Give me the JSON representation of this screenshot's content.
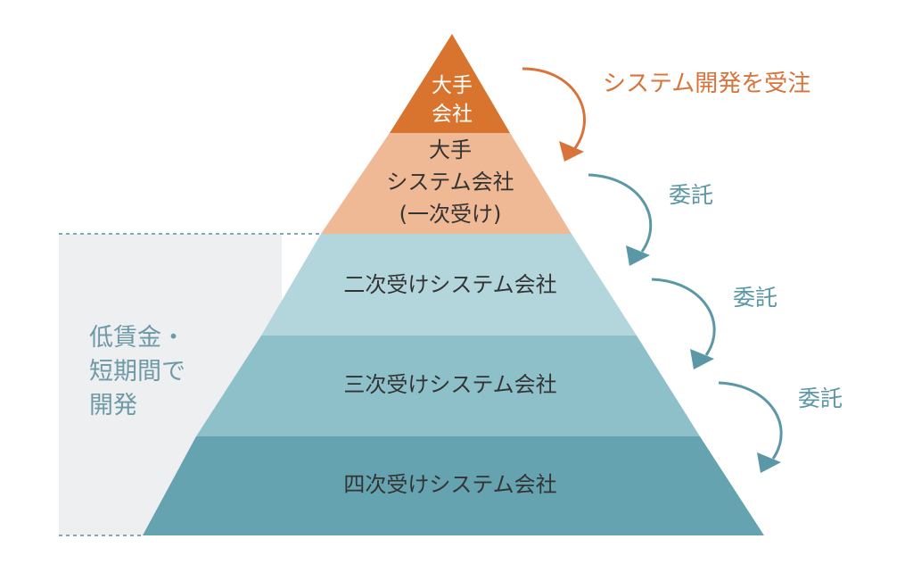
{
  "colors": {
    "top": "#d9742e",
    "first_subcontract": "#efb995",
    "second": "#b3d5dc",
    "third": "#8ec0ca",
    "fourth": "#64a3af",
    "side_panel": "#eeeff0",
    "side_text": "#6e9aa8",
    "order_arrow": "#d9733a",
    "itaku_arrow": "#5b97a6"
  },
  "pyramid": {
    "top_line1": "大手",
    "top_line2": "会社",
    "first_line1": "大手",
    "first_line2": "システム会社",
    "first_line3": "(一次受け)",
    "second": "二次受けシステム会社",
    "third": "三次受けシステム会社",
    "fourth": "四次受けシステム会社"
  },
  "side_note": {
    "line1": "低賃金・",
    "line2": "短期間で",
    "line3": "開発"
  },
  "arrows": {
    "order_label": "システム開発を受注",
    "itaku1": "委託",
    "itaku2": "委託",
    "itaku3": "委託"
  }
}
